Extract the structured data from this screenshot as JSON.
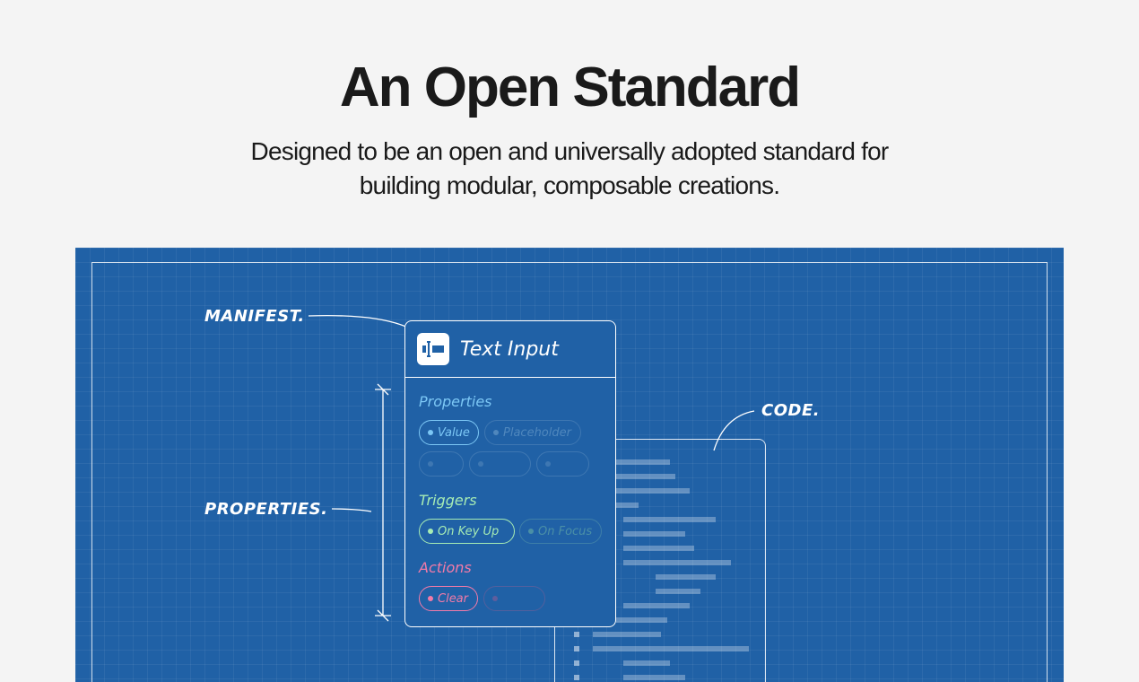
{
  "header": {
    "title": "An Open Standard",
    "subtitle_line1": "Designed to be an open and universally adopted standard for",
    "subtitle_line2": "building modular, composable creations."
  },
  "annotations": {
    "manifest": "MANIFEST.",
    "properties": "PROPERTIES.",
    "code": "CODE."
  },
  "card": {
    "title": "Text Input",
    "icon": "text-input-icon",
    "properties_label": "Properties",
    "properties": [
      "Value",
      "Placeholder",
      "",
      "",
      ""
    ],
    "triggers_label": "Triggers",
    "triggers": [
      "On Key Up",
      "On Focus"
    ],
    "actions_label": "Actions",
    "actions": [
      "Clear",
      ""
    ]
  },
  "colors": {
    "background": "#f4f4f4",
    "blueprint": "#2061a6",
    "properties": "#7cc7f5",
    "triggers": "#a6ecb4",
    "actions": "#f27aa8"
  }
}
